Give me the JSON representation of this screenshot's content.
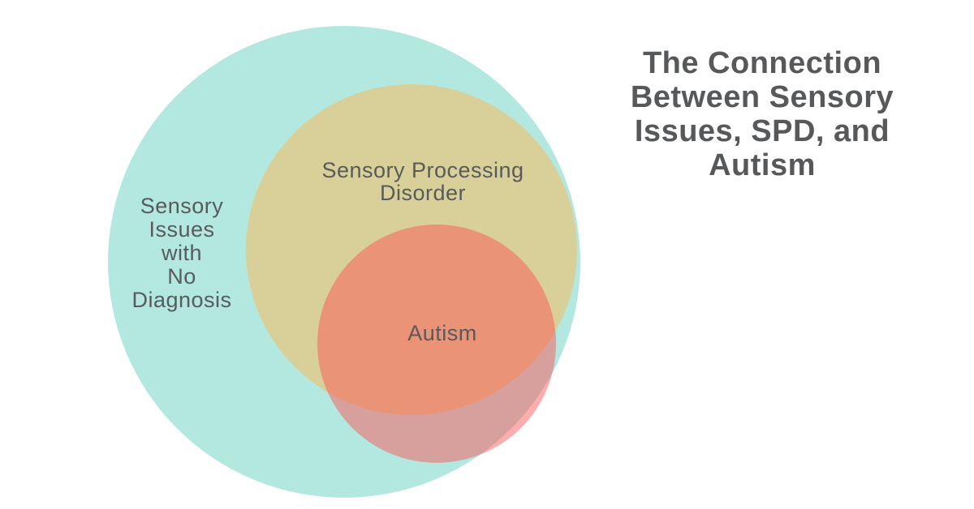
{
  "page": {
    "background": "#ffffff"
  },
  "title": {
    "full": "The Connection Between Sensory Issues, SPD, and Autism",
    "lines": [
      "The Connection",
      "Between Sensory",
      "Issues, SPD, and",
      "Autism"
    ],
    "color": "#57585a"
  },
  "diagram": {
    "type": "venn-nested-circles",
    "label_color": "#595a5b",
    "circles": [
      {
        "id": "sensory-issues-no-diagnosis",
        "label": "Sensory Issues with No Diagnosis",
        "label_lines": [
          "Sensory",
          "Issues",
          "with",
          "No",
          "Diagnosis"
        ],
        "fill": "#b2e8e0"
      },
      {
        "id": "sensory-processing-disorder",
        "label": "Sensory Processing Disorder",
        "label_lines": [
          "Sensory Processing",
          "Disorder"
        ],
        "fill": "#d8d098"
      },
      {
        "id": "autism",
        "label": "Autism",
        "label_lines": [
          "Autism"
        ],
        "fill": "rgba(255, 82, 84, 0.48)"
      }
    ]
  }
}
